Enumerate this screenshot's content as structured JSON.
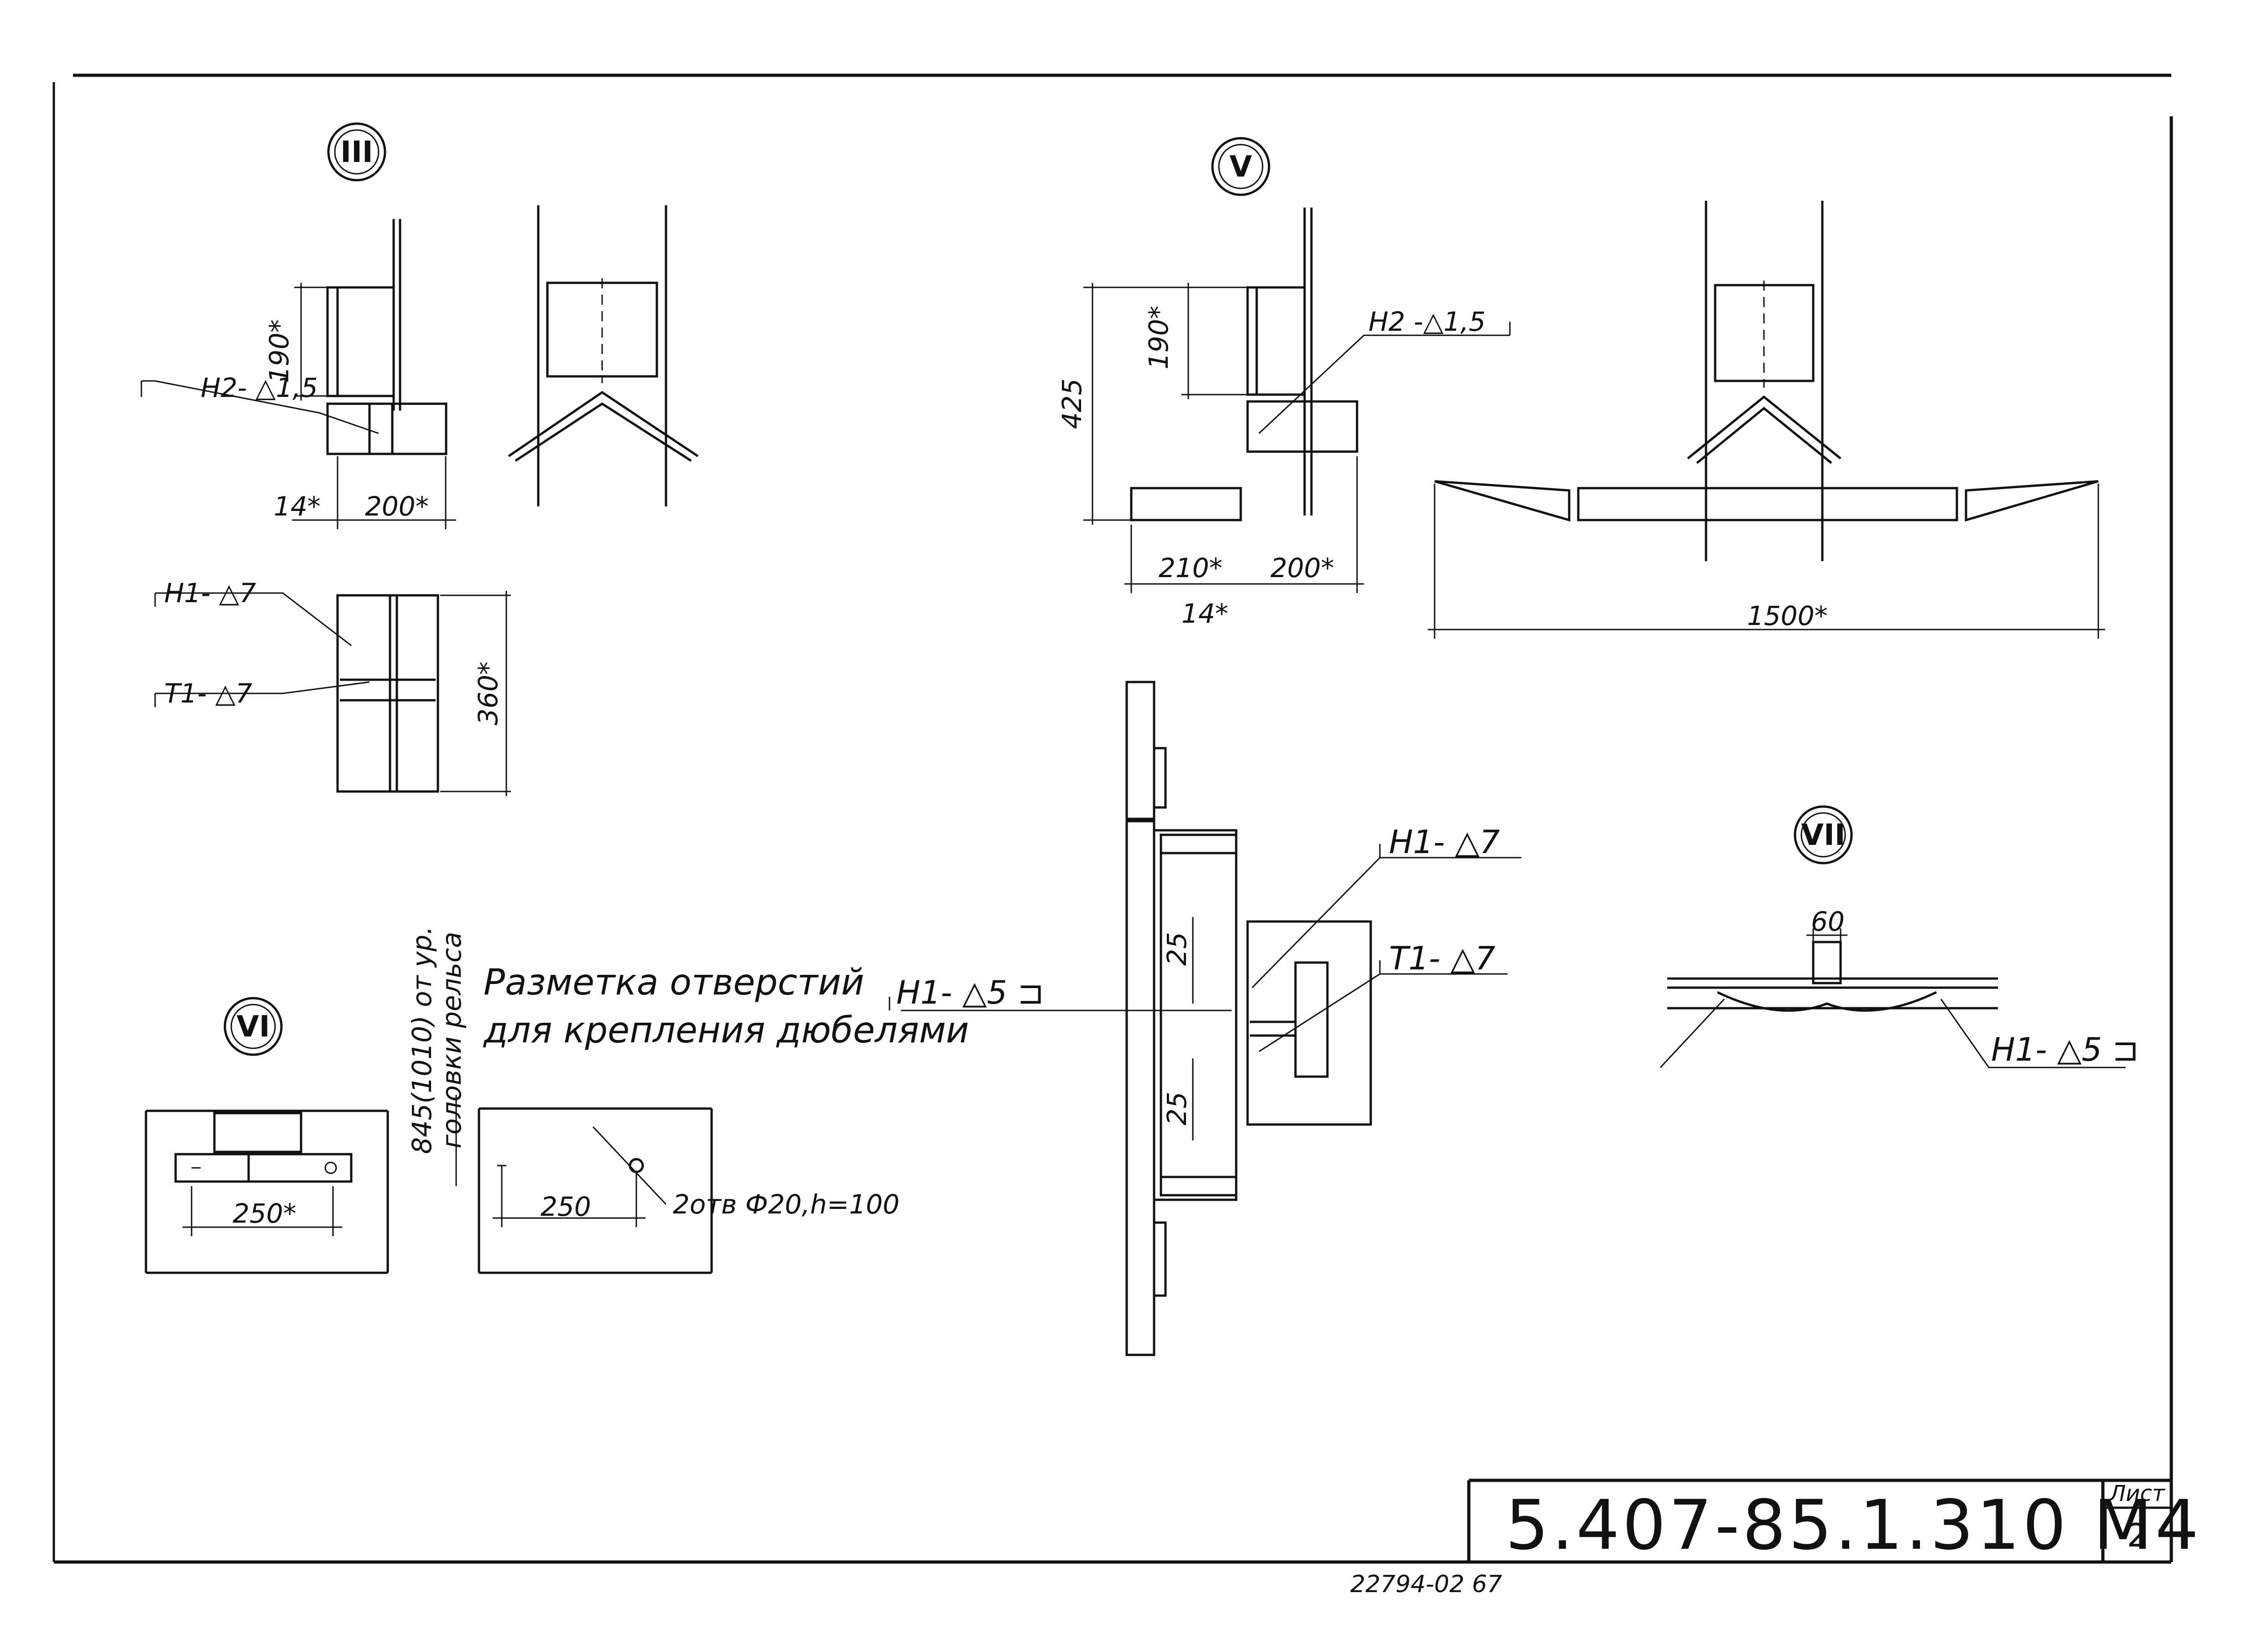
{
  "detail_markers": {
    "III": "III",
    "V": "V",
    "VI": "VI",
    "VII": "VII"
  },
  "weld_marks": {
    "n2_a": "Н2- △1,5",
    "n2_b": "Н2 -△1,5",
    "n1_a": "Н1- △7",
    "t1_a": "Т1- △7",
    "n1_b": "Н1- △7",
    "t1_b": "Т1- △7",
    "n1_c": "Н1- △5 ⊐",
    "n1_d": "Н1- △5 ⊐"
  },
  "dimensions": {
    "d190_a": "190*",
    "d14_a": "14*",
    "d200_a": "200*",
    "d360": "360*",
    "d425": "425",
    "d190_b": "190*",
    "d210": "210*",
    "d200_b": "200*",
    "d14_b": "14*",
    "d1500": "1500*",
    "d25_a": "25",
    "d25_b": "25",
    "d60": "60",
    "d250_a": "250*",
    "d250_b": "250",
    "holes": "2отв Ф20,h=100",
    "level_line1": "845(1010) от ур.",
    "level_line2": "головки рельса"
  },
  "notes": {
    "line1": "Разметка отверстий",
    "line2": "для крепления дюбелями"
  },
  "title_block": {
    "code": "5.407-85.1.310 М4",
    "sheet_label": "Лист",
    "sheet_number": "2",
    "archive": "22794-02  67"
  },
  "colors": {
    "ink": "#111111",
    "paper": "#ffffff"
  }
}
